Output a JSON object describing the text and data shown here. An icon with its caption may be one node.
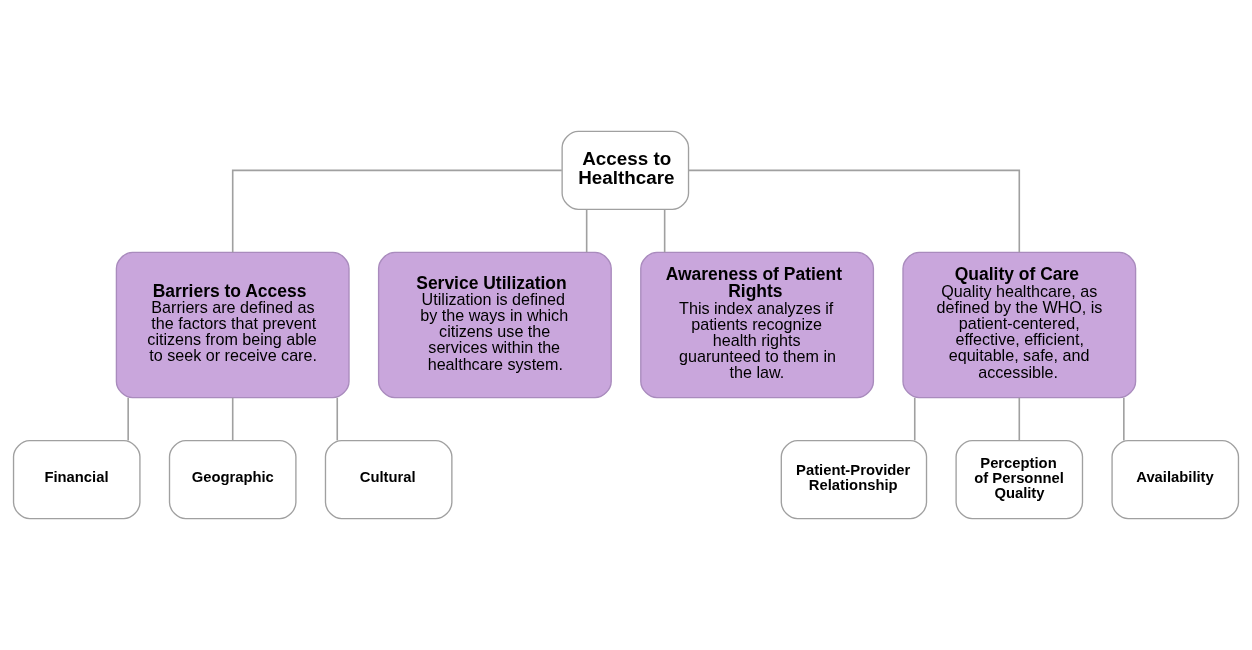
{
  "diagram": {
    "nodes": [
      {
        "text": [
          "Access to Healthcare"
        ]
      },
      {
        "text": [
          "Barriers to Access",
          "Barriers are defined as the factors that prevent citizens from being able to seek or receive care."
        ]
      },
      {
        "text": [
          "Service Utilization",
          "Utilization is defined by the ways in which citizens use the services within the healthcare system."
        ]
      },
      {
        "text": [
          "Awareness of Patient Rights",
          "This index analyzes if patients recognize health rights guarunteed to them in the law."
        ]
      },
      {
        "text": [
          "Quality of Care",
          "Quality healthcare, as defined by the WHO, is patient-centered, effective, efficient, equitable, safe, and accessible."
        ]
      },
      {
        "text": [
          "Financial"
        ]
      },
      {
        "text": [
          "Geographic"
        ]
      },
      {
        "text": [
          "Cultural"
        ]
      },
      {
        "text": [
          "Patient-Provider Relationship"
        ]
      },
      {
        "text": [
          "Perception of Personnel Quality"
        ]
      },
      {
        "text": [
          "Availability"
        ]
      }
    ],
    "edges": [
      {
        "from": 0,
        "to": 1,
        "arrow": "none"
      },
      {
        "from": 0,
        "to": 2,
        "arrow": "none"
      },
      {
        "from": 0,
        "to": 3,
        "arrow": "none"
      },
      {
        "from": 0,
        "to": 4,
        "arrow": "none"
      },
      {
        "from": 1,
        "to": 5,
        "arrow": "none"
      },
      {
        "from": 1,
        "to": 6,
        "arrow": "none"
      },
      {
        "from": 1,
        "to": 7,
        "arrow": "none"
      },
      {
        "from": 4,
        "to": 8,
        "arrow": "none"
      },
      {
        "from": 4,
        "to": 9,
        "arrow": "none"
      },
      {
        "from": 4,
        "to": 10,
        "arrow": "none"
      }
    ]
  }
}
